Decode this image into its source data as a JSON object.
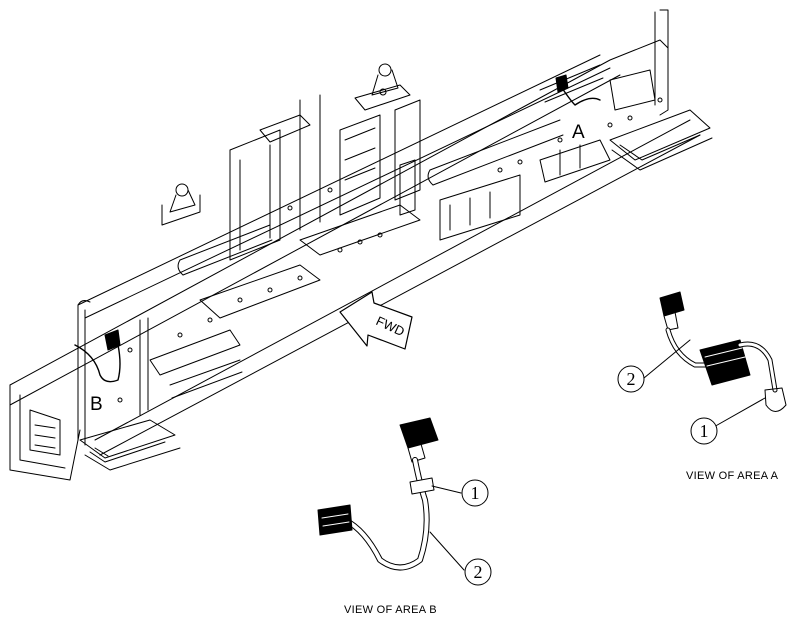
{
  "figure": {
    "area_labels": {
      "a": "A",
      "b": "B"
    },
    "fwd_arrow_text": "FWD",
    "views": {
      "a": {
        "caption": "VIEW OF AREA A",
        "callouts": [
          "2",
          "1"
        ]
      },
      "b": {
        "caption": "VIEW OF AREA B",
        "callouts": [
          "1",
          "2"
        ]
      }
    }
  }
}
